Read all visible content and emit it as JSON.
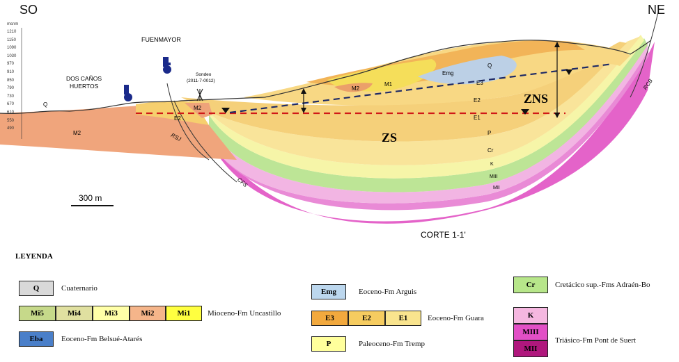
{
  "section": {
    "left_dir": "SO",
    "right_dir": "NE",
    "elevation_unit": "msnm",
    "elevations": [
      "1210",
      "1150",
      "1090",
      "1030",
      "970",
      "910",
      "850",
      "790",
      "730",
      "670",
      "610",
      "550",
      "490"
    ],
    "places": {
      "fuenmayor": "FUENMAYOR",
      "dos_canos_1": "DOS CAÑOS",
      "dos_canos_2": "HUERTOS"
    },
    "sondeo_1": "Sondeo",
    "sondeo_2": "(2011-7-0012)",
    "zones": {
      "zs": "ZS",
      "zns": "ZNS"
    },
    "faults": {
      "rsj": "RSJ",
      "cfs": "CFS",
      "rcb": "RCB"
    },
    "unit_labels": {
      "q_left": "Q",
      "m2_left": "M2",
      "m2_center": "M2",
      "e2_left": "E2",
      "m2_top": "M2",
      "m1": "M1",
      "emg": "Emg",
      "q_top": "Q",
      "e3": "E3",
      "e2": "E2",
      "e1": "E1",
      "p": "P",
      "cr": "Cr",
      "k": "K",
      "miii": "MIII",
      "mii": "MII"
    },
    "scale_bar": "300 m",
    "caption": "CORTE 1-1'"
  },
  "legend": {
    "title": "LEYENDA",
    "q": {
      "code": "Q",
      "label": "Cuaternario",
      "color": "#d9d9d9"
    },
    "mioceno": {
      "codes": [
        "Mi5",
        "Mi4",
        "Mi3",
        "Mi2",
        "Mi1"
      ],
      "colors": [
        "#c6d98a",
        "#e0e0a0",
        "#ffffa8",
        "#f5b58a",
        "#ffff40"
      ],
      "label": "Mioceno-Fm Uncastillo"
    },
    "eba": {
      "code": "Eba",
      "label": "Eoceno-Fm Belsué-Atarés",
      "color": "#4a7fc9"
    },
    "emg": {
      "code": "Emg",
      "label": "Eoceno-Fm Arguis",
      "color": "#bcd7ee"
    },
    "guara": {
      "codes": [
        "E3",
        "E2",
        "E1"
      ],
      "colors": [
        "#f2a93e",
        "#f6cc60",
        "#f9e48e"
      ],
      "label": "Eoceno-Fm Guara"
    },
    "p": {
      "code": "P",
      "label": "Paleoceno-Fm Tremp",
      "color": "#ffff9c"
    },
    "cr": {
      "code": "Cr",
      "label": "Cretácico sup.-Fms Adraén-Bo",
      "color": "#b7e68a"
    },
    "trias": {
      "codes": [
        "K",
        "MIII",
        "MII"
      ],
      "colors": [
        "#f5b7e0",
        "#e24fc6",
        "#b0177d"
      ],
      "label": "Triásico-Fm Pont de Suert"
    }
  }
}
